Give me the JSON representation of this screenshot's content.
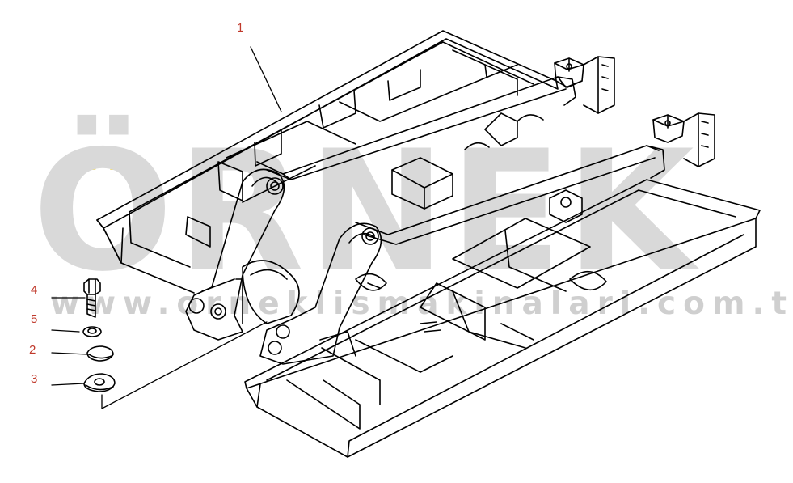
{
  "watermark": {
    "brand_text": "ÖRNEK",
    "url_text": "www.orneklismakinalari.com.tr",
    "brand_color": "#d9d9d9",
    "accent_color": "#f2df7a"
  },
  "callouts": [
    {
      "id": "1",
      "label": "1"
    },
    {
      "id": "2",
      "label": "2"
    },
    {
      "id": "3",
      "label": "3"
    },
    {
      "id": "4",
      "label": "4"
    },
    {
      "id": "5",
      "label": "5"
    }
  ],
  "colors": {
    "line": "#000000",
    "callout_text": "#c0392b"
  }
}
